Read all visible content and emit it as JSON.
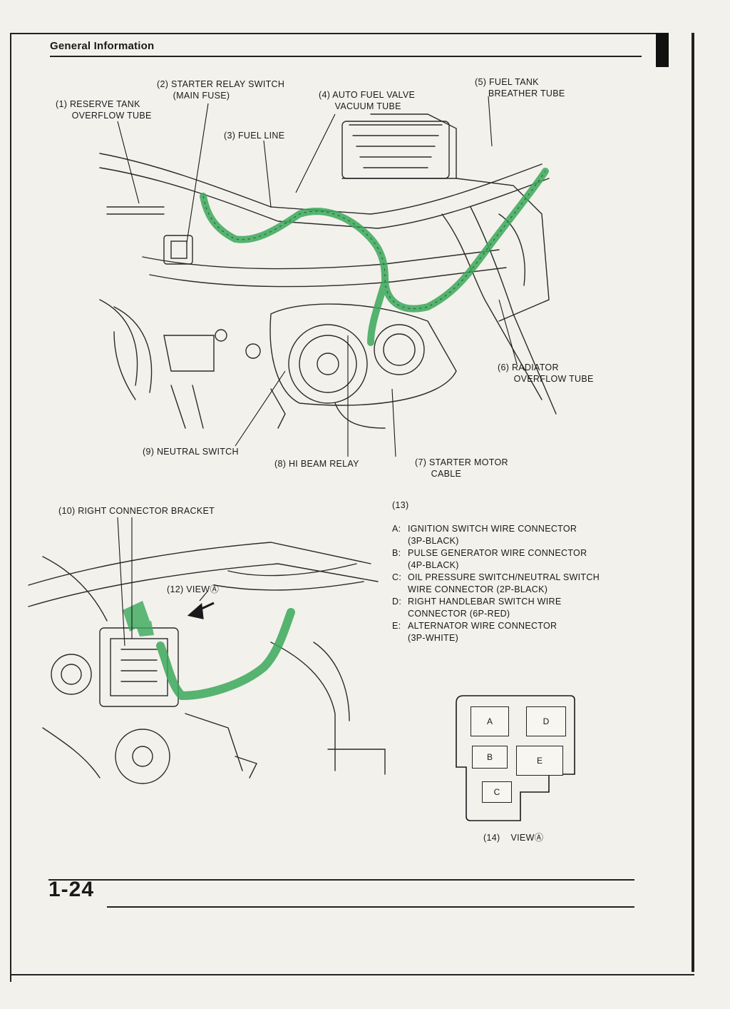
{
  "page": {
    "section_title": "General Information",
    "page_number": "1-24"
  },
  "top_callouts": {
    "reserve_tank": "(1) RESERVE TANK\n      OVERFLOW TUBE",
    "starter_relay": "(2) STARTER RELAY SWITCH\n      (MAIN FUSE)",
    "fuel_line": "(3) FUEL LINE",
    "auto_fuel_valve": "(4) AUTO FUEL VALVE\n      VACUUM TUBE",
    "fuel_tank_breather": "(5) FUEL TANK\n     BREATHER TUBE",
    "radiator_overflow": "(6) RADIATOR\n      OVERFLOW TUBE",
    "starter_motor_cable": "(7) STARTER MOTOR\n      CABLE",
    "hi_beam_relay": "(8) HI BEAM RELAY",
    "neutral_switch": "(9) NEUTRAL SWITCH"
  },
  "bottom_callouts": {
    "right_connector_bracket": "(10) RIGHT CONNECTOR BRACKET",
    "view_a": "(12) VIEWⒶ",
    "view_a_connector": "(14)    VIEWⒶ"
  },
  "legend": {
    "id": "(13)",
    "entries": [
      {
        "key": "A:",
        "text": "IGNITION SWITCH WIRE CONNECTOR\n(3P-BLACK)"
      },
      {
        "key": "B:",
        "text": "PULSE GENERATOR WIRE CONNECTOR\n(4P-BLACK)"
      },
      {
        "key": "C:",
        "text": "OIL PRESSURE SWITCH/NEUTRAL SWITCH\nWIRE CONNECTOR (2P-BLACK)"
      },
      {
        "key": "D:",
        "text": "RIGHT HANDLEBAR SWITCH WIRE\nCONNECTOR (6P-RED)"
      },
      {
        "key": "E:",
        "text": "ALTERNATOR WIRE CONNECTOR\n(3P-WHITE)"
      }
    ]
  },
  "connector_diagram": {
    "a": "A",
    "b": "B",
    "c": "C",
    "d": "D",
    "e": "E"
  },
  "colors": {
    "harness_green": "#3aa85a",
    "ink": "#1a1a1a",
    "paper": "#f3f1ec"
  }
}
